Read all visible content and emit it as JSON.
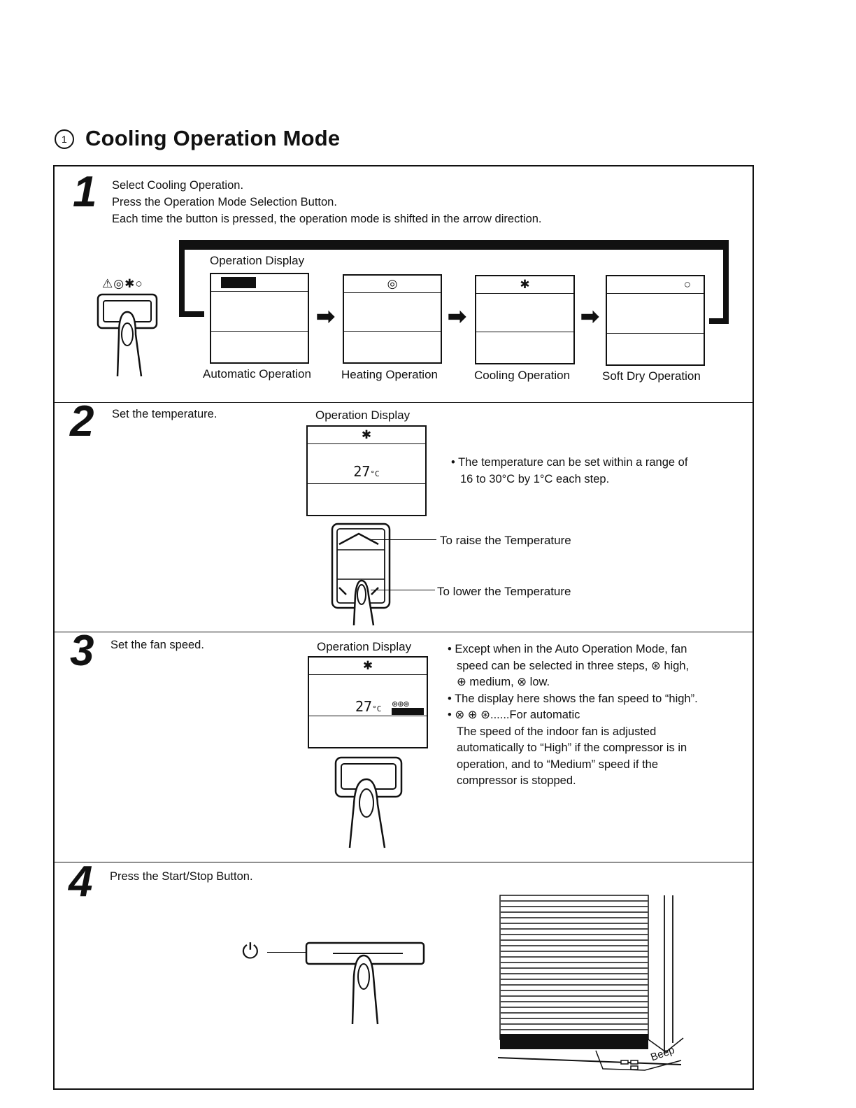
{
  "header": {
    "circle_symbol": "1",
    "title": "Cooling Operation Mode"
  },
  "step1": {
    "number": "1",
    "lines": [
      "Select Cooling Operation.",
      "Press the Operation Mode Selection Button.",
      "Each time the button is pressed, the operation mode is shifted in the arrow direction."
    ],
    "display_label": "Operation Display",
    "button_icons": "⚠◎✱○",
    "modes": [
      {
        "label": "Automatic Operation",
        "icon": ""
      },
      {
        "label": "Heating Operation",
        "icon": "◎"
      },
      {
        "label": "Cooling Operation",
        "icon": "✱"
      },
      {
        "label": "Soft Dry Operation",
        "icon": "○"
      }
    ]
  },
  "step2": {
    "number": "2",
    "instruction": "Set the temperature.",
    "display_label": "Operation Display",
    "display_icon": "✱",
    "display_temp": "27",
    "display_unit": "°C",
    "note_line1": "• The temperature can be set within a range of",
    "note_line2": "16 to 30°C by 1°C each step.",
    "raise_label": "To raise the Temperature",
    "lower_label": "To lower the Temperature"
  },
  "step3": {
    "number": "3",
    "instruction": "Set the fan speed.",
    "display_label": "Operation Display",
    "display_icon": "✱",
    "display_temp": "27",
    "display_unit": "°C",
    "notes": [
      "• Except when in the Auto Operation Mode, fan",
      "speed can be selected in three steps, ⊛ high,",
      "⊕ medium, ⊗ low.",
      "• The display here shows the fan speed to “high”.",
      "• ⊗ ⊕ ⊛......For automatic",
      "The speed of the indoor fan is adjusted",
      "automatically to “High” if the compressor is in",
      "operation, and to “Medium” speed if the",
      "compressor is stopped."
    ]
  },
  "step4": {
    "number": "4",
    "instruction": "Press the Start/Stop Button.",
    "power_symbol": "⏻",
    "beep": "Beep"
  }
}
